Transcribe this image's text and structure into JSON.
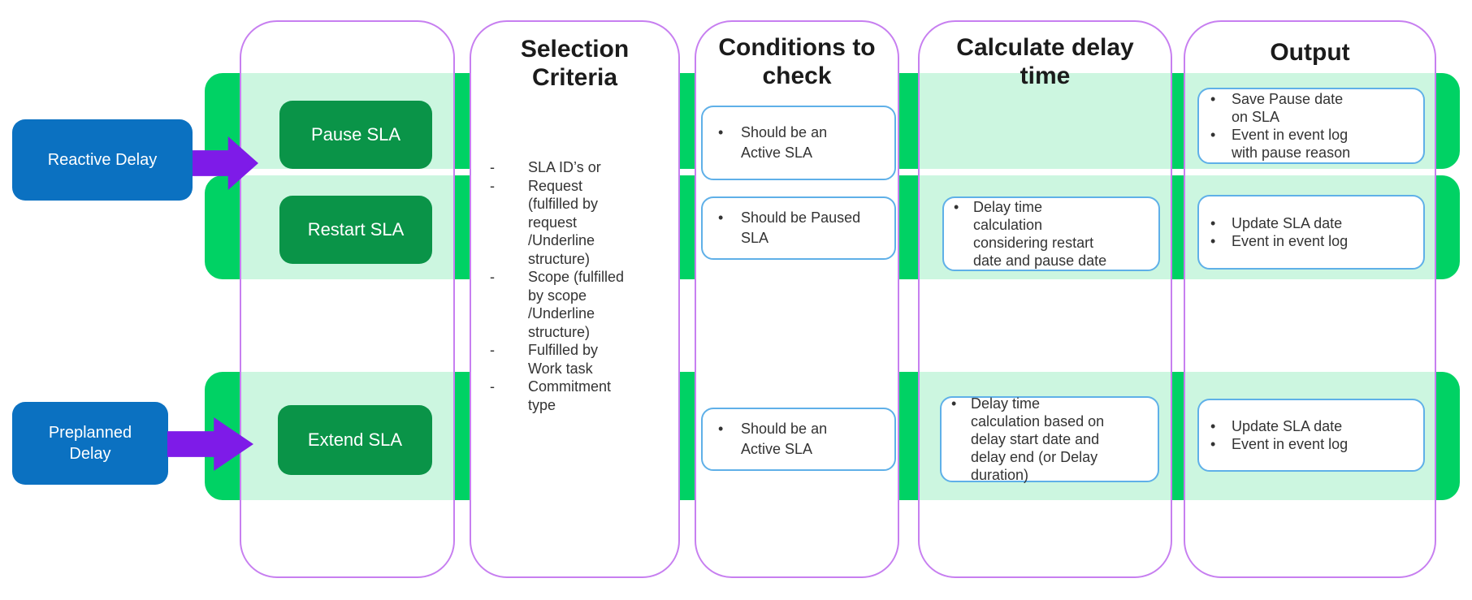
{
  "colors": {
    "band_green": "#00D264",
    "action_chip_green": "#0A9448",
    "column_border_purple": "#C77FF0",
    "input_blue": "#0B71C1",
    "arrow_purple": "#7E1BE8",
    "note_border_blue": "#5FB0E8"
  },
  "inputs": {
    "reactive": {
      "label": "Reactive Delay"
    },
    "preplanned": {
      "label": "Preplanned Delay"
    }
  },
  "actions": {
    "pause": {
      "label": "Pause SLA"
    },
    "restart": {
      "label": "Restart SLA"
    },
    "extend": {
      "label": "Extend SLA"
    }
  },
  "selection_criteria": {
    "title": "Selection Criteria",
    "items": [
      "SLA ID’s or",
      "Request (fulfilled by request /Underline structure)",
      "Scope (fulfilled by scope /Underline structure)",
      "Fulfilled by Work task",
      "Commitment type"
    ]
  },
  "conditions": {
    "title": "Conditions to check",
    "pause_row": "Should be an Active SLA",
    "restart_row": "Should be Paused SLA",
    "extend_row": "Should be an Active SLA"
  },
  "calculate": {
    "title": "Calculate delay time",
    "restart_row": "Delay time calculation considering restart date and pause date",
    "extend_row": "Delay time calculation based on delay start date and delay end (or Delay duration)"
  },
  "output": {
    "title": "Output",
    "pause_row": [
      "Save Pause date on SLA",
      "Event in event log with pause reason"
    ],
    "restart_row": [
      "Update SLA date",
      "Event in event log"
    ],
    "extend_row": [
      "Update SLA date",
      "Event in event log"
    ]
  }
}
